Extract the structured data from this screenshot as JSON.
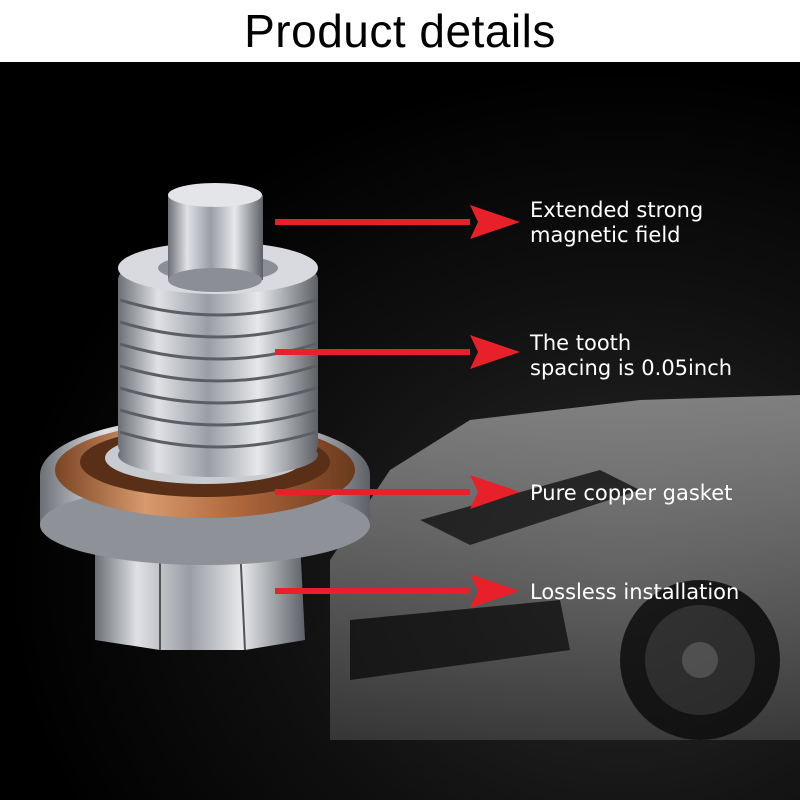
{
  "header": {
    "title": "Product details"
  },
  "callouts": [
    {
      "line1": "Extended strong",
      "line2": "magnetic field"
    },
    {
      "line1": "The tooth",
      "line2": "spacing is 0.05inch"
    },
    {
      "line1": "Pure copper gasket"
    },
    {
      "line1": "Lossless installation"
    }
  ],
  "colors": {
    "arrow": "#e8202a",
    "copper": "#c07a48",
    "steel": "#b9bcc2",
    "background": "#000000"
  },
  "icons": [
    "arrow-right-icon"
  ]
}
